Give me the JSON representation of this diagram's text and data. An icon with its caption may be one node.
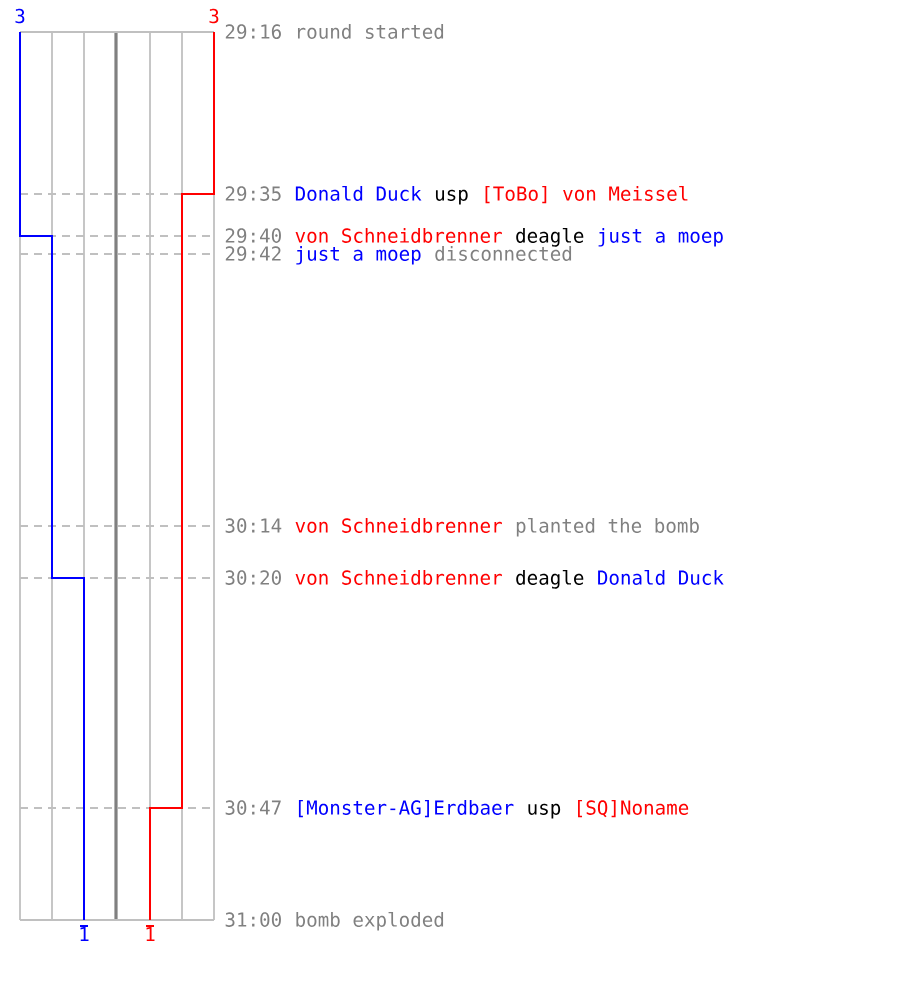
{
  "diagram": {
    "labels": [
      "3",
      "3",
      "29:16",
      "round started",
      "29:35",
      "Donald Duck",
      "usp",
      "[ToBo] von Meissel",
      "29:40",
      "von Schneidbrenner",
      "deagle",
      "just a moep",
      "29:42",
      "just a moep",
      "disconnected",
      "30:14",
      "von Schneidbrenner",
      "planted the bomb",
      "30:20",
      "von Schneidbrenner",
      "deagle",
      "Donald Duck",
      "30:47",
      "[Monster-AG]Erdbaer",
      "usp",
      "[SQ]Noname",
      "31:00",
      "bomb exploded",
      "1",
      "1"
    ]
  }
}
